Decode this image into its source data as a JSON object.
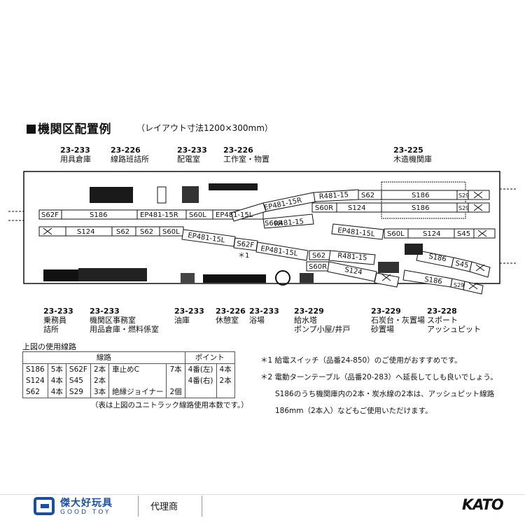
{
  "title": "機関区配置例",
  "subtitle": "（レイアウト寸法1200×300mm）",
  "top_labels": [
    {
      "code": "23-233",
      "text": [
        "用具倉庫"
      ]
    },
    {
      "code": "23-226",
      "text": [
        "線路班詰所"
      ]
    },
    {
      "code": "23-233",
      "text": [
        "配電室"
      ]
    },
    {
      "code": "23-226",
      "text": [
        "工作室・物置"
      ]
    },
    {
      "code": "23-225",
      "text": [
        "木造機関庫"
      ]
    }
  ],
  "bottom_labels": [
    {
      "code": "23-233",
      "text": [
        "乗務員",
        "詰所"
      ]
    },
    {
      "code": "23-233",
      "text": [
        "機関区事務室",
        "用品倉庫・燃料係室"
      ]
    },
    {
      "code": "23-233",
      "text": [
        "油庫"
      ]
    },
    {
      "code": "23-226",
      "text": [
        "休憩室"
      ]
    },
    {
      "code": "23-233",
      "text": [
        "浴場"
      ]
    },
    {
      "code": "23-229",
      "text": [
        "給水塔",
        "ポンプ小屋/井戸"
      ]
    },
    {
      "code": "23-229",
      "text": [
        "石炭台・灰置場",
        "砂置場"
      ]
    },
    {
      "code": "23-228",
      "text": [
        "スポート",
        "アッシュピット"
      ]
    }
  ],
  "track_labels": {
    "s62f_a": "S62F",
    "s186_a": "S186",
    "ep481_15r_a": "EP481-15R",
    "s60l_a": "S60L",
    "ep481_15l_a": "EP481-15L",
    "s60r_a": "S60R",
    "ep481_15r_b": "EP481-15R",
    "r481_15_a": "R481-15",
    "s62_a": "S62",
    "s186_b": "S186",
    "s29_a": "S29",
    "s60r_b": "S60R",
    "s124_a": "S124",
    "s186_c": "S186",
    "s29_b": "S29",
    "r481_15_b": "R481-15",
    "ep481_15l_b": "EP481-15L",
    "s60l_b": "S60L",
    "s124_b": "S124",
    "s45_a": "S45",
    "s124_c": "S124",
    "s62_b": "S62",
    "s62_c": "S62",
    "s60l_c": "S60L",
    "ep481_15l_c": "EP481-15L",
    "s62f_b": "S62F",
    "ep481_15l_d": "EP481-15L",
    "s62_d": "S62",
    "r481_15_c": "R481-15",
    "s186_d": "S186",
    "s45_b": "S45",
    "s60r_c": "S60R",
    "s124_d": "S124",
    "s186_e": "S186",
    "s29_c": "S29",
    "note_mark": "＊1"
  },
  "usage": {
    "title": "上図の使用線路",
    "header_rails": "線路",
    "header_points": "ポイント",
    "rows": [
      [
        "S186",
        "5本",
        "S62F",
        "2本",
        "車止めC",
        "7本",
        "4番(左)",
        "4本"
      ],
      [
        "S124",
        "4本",
        "S45",
        "2本",
        "",
        "",
        "4番(右)",
        "2本"
      ],
      [
        "S62",
        "4本",
        "S29",
        "3本",
        "絶縁ジョイナー",
        "2個",
        "",
        ""
      ]
    ],
    "note": "（表は上図のユニトラック線路使用本数です。）"
  },
  "notes": [
    "＊1 給電スイッチ（品番24-850）のご使用がおすすめです。",
    "＊2 電動ターンテーブル（品番20-283）へ延長してしも良いでしょう。",
    "　　S186のうち機関庫内の2本・炭水線の2本は、アッシュピット線路",
    "　　186mm（2本入）などもご使用いただけます。"
  ],
  "footer": {
    "brand_cn": "傑大好玩具",
    "brand_en": "GOOD TOY",
    "dealer": "代理商",
    "kato": "KATO"
  }
}
